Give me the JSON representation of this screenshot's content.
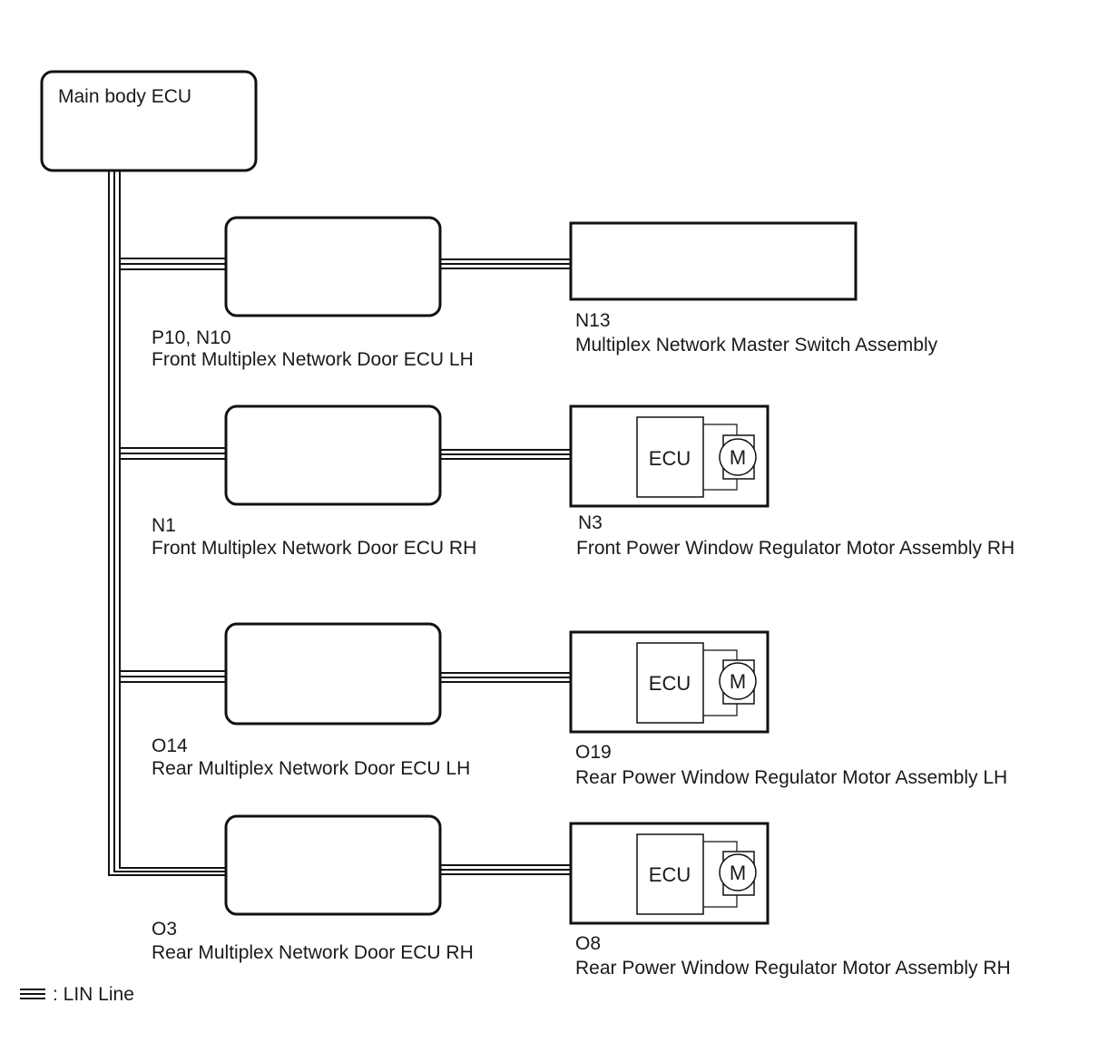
{
  "main_ecu": {
    "label": "Main body ECU"
  },
  "components": [
    {
      "code": "P10, N10",
      "name": "Front Multiplex Network Door ECU LH"
    },
    {
      "code": "N13",
      "name": "Multiplex Network Master Switch Assembly"
    },
    {
      "code": "N1",
      "name": "Front Multiplex Network Door ECU RH"
    },
    {
      "code": "N3",
      "name": "Front Power Window Regulator Motor Assembly RH"
    },
    {
      "code": "O14",
      "name": "Rear Multiplex Network Door ECU LH"
    },
    {
      "code": "O19",
      "name": "Rear Power Window Regulator Motor Assembly LH"
    },
    {
      "code": "O3",
      "name": "Rear Multiplex Network Door ECU RH"
    },
    {
      "code": "O8",
      "name": "Rear Power Window Regulator Motor Assembly RH"
    }
  ],
  "motor_module": {
    "ecu_text": "ECU",
    "motor_text": "M"
  },
  "legend": {
    "text": ": LIN Line",
    "icon": "lin-line-icon"
  }
}
